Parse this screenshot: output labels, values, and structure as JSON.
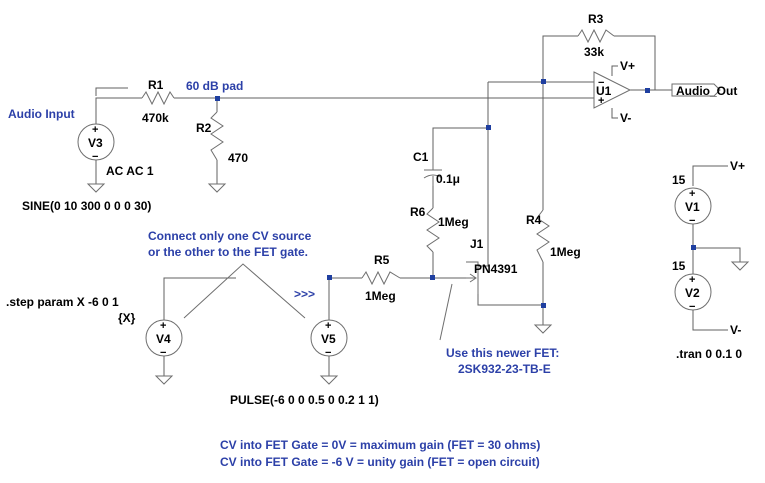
{
  "components": {
    "r1": {
      "name": "R1",
      "value": "470k"
    },
    "r2": {
      "name": "R2",
      "value": "470"
    },
    "r3": {
      "name": "R3",
      "value": "33k"
    },
    "r4": {
      "name": "R4",
      "value": "1Meg"
    },
    "r5": {
      "name": "R5",
      "value": "1Meg"
    },
    "r6": {
      "name": "R6",
      "value": "1Meg"
    },
    "c1": {
      "name": "C1",
      "value": "0.1μ"
    },
    "j1": {
      "name": "J1",
      "value": "PN4391"
    },
    "u1": {
      "name": "U1",
      "vplus": "V+",
      "vminus": "V-"
    },
    "v1": {
      "name": "V1",
      "value": "15"
    },
    "v2": {
      "name": "V2",
      "value": "15"
    },
    "v3": {
      "name": "V3",
      "value": "AC AC 1",
      "extra": "SINE(0 10 300 0 0 0 30)"
    },
    "v4": {
      "name": "V4",
      "param": "{X}"
    },
    "v5": {
      "name": "V5",
      "value": "PULSE(-6 0 0 0.5 0 0.2 1 1)"
    }
  },
  "nets": {
    "audio_input": "Audio Input",
    "pad": "60 dB pad",
    "audio_out": "Audio_Out",
    "vplus": "V+",
    "vminus": "V-",
    "arrows": ">>>"
  },
  "directives": {
    "step": ".step param X -6 0 1",
    "tran": ".tran 0 0.1 0"
  },
  "notes": {
    "cv_line1": "Connect only one CV source",
    "cv_line2": "or the other to the FET gate.",
    "fet_line1": "Use this newer FET:",
    "fet_line2": "2SK932-23-TB-E",
    "gain_line1": "CV into FET Gate = 0V = maximum gain (FET = 30 ohms)",
    "gain_line2": "CV into FET Gate = -6 V = unity gain (FET = open circuit)"
  },
  "symbols": {
    "plus": "+",
    "minus": "−"
  }
}
